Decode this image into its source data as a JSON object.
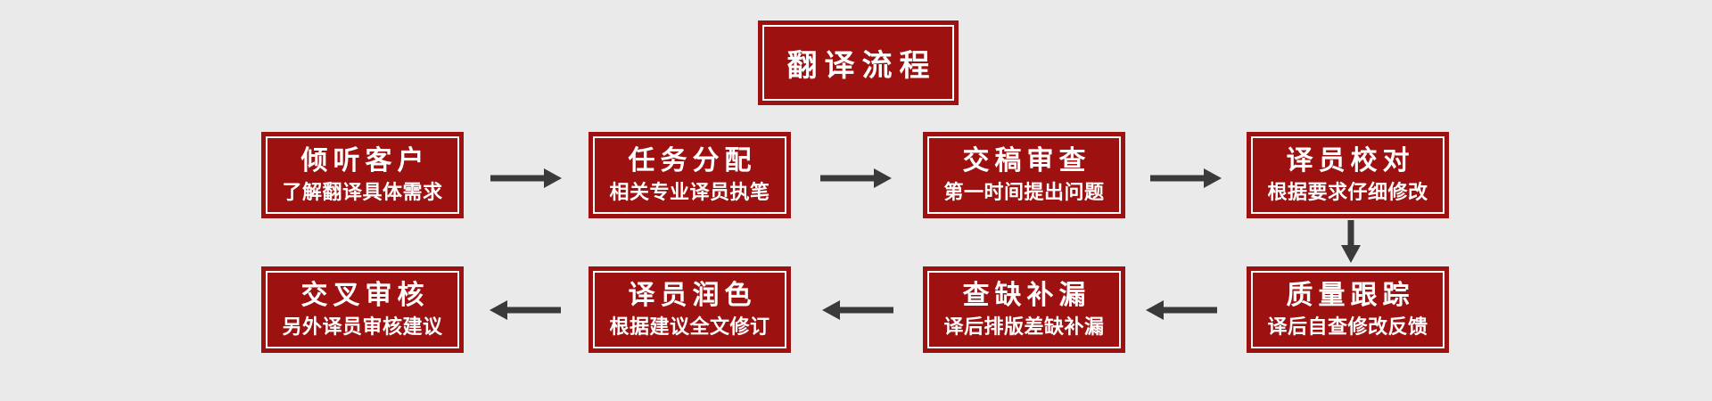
{
  "colors": {
    "page_bg": "#eaeaea",
    "box_red": "#9e1111",
    "box_inner_border": "#ffffff",
    "box_text": "#ffffff",
    "arrow": "#3a3a3a"
  },
  "icons": {
    "arrow_right": "→",
    "arrow_left": "←",
    "arrow_down": "↓"
  },
  "title": {
    "label": "翻译流程"
  },
  "flow": {
    "steps": [
      {
        "order": 1,
        "title": "倾听客户",
        "subtitle": "了解翻译具体需求"
      },
      {
        "order": 2,
        "title": "任务分配",
        "subtitle": "相关专业译员执笔"
      },
      {
        "order": 3,
        "title": "交稿审查",
        "subtitle": "第一时间提出问题"
      },
      {
        "order": 4,
        "title": "译员校对",
        "subtitle": "根据要求仔细修改"
      },
      {
        "order": 5,
        "title": "质量跟踪",
        "subtitle": "译后自查修改反馈"
      },
      {
        "order": 6,
        "title": "查缺补漏",
        "subtitle": "译后排版差缺补漏"
      },
      {
        "order": 7,
        "title": "译员润色",
        "subtitle": "根据建议全文修订"
      },
      {
        "order": 8,
        "title": "交叉审核",
        "subtitle": "另外译员审核建议"
      }
    ]
  }
}
